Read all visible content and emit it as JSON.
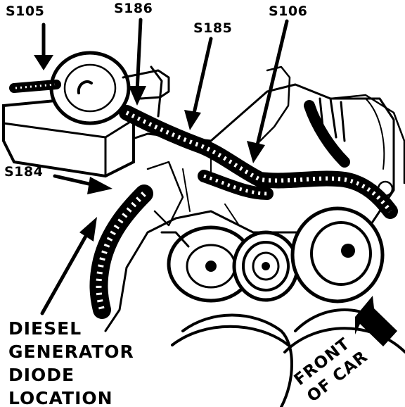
{
  "callouts": {
    "s105": "S105",
    "s186": "S186",
    "s185": "S185",
    "s106": "S106",
    "s184": "S184"
  },
  "note": {
    "line1": "DIESEL",
    "line2": "GENERATOR",
    "line3": "DIODE",
    "line4": "LOCATION"
  },
  "front_marker": {
    "line1": "FRONT",
    "line2": "OF CAR"
  },
  "colors": {
    "ink": "#000000",
    "paper": "#ffffff"
  }
}
